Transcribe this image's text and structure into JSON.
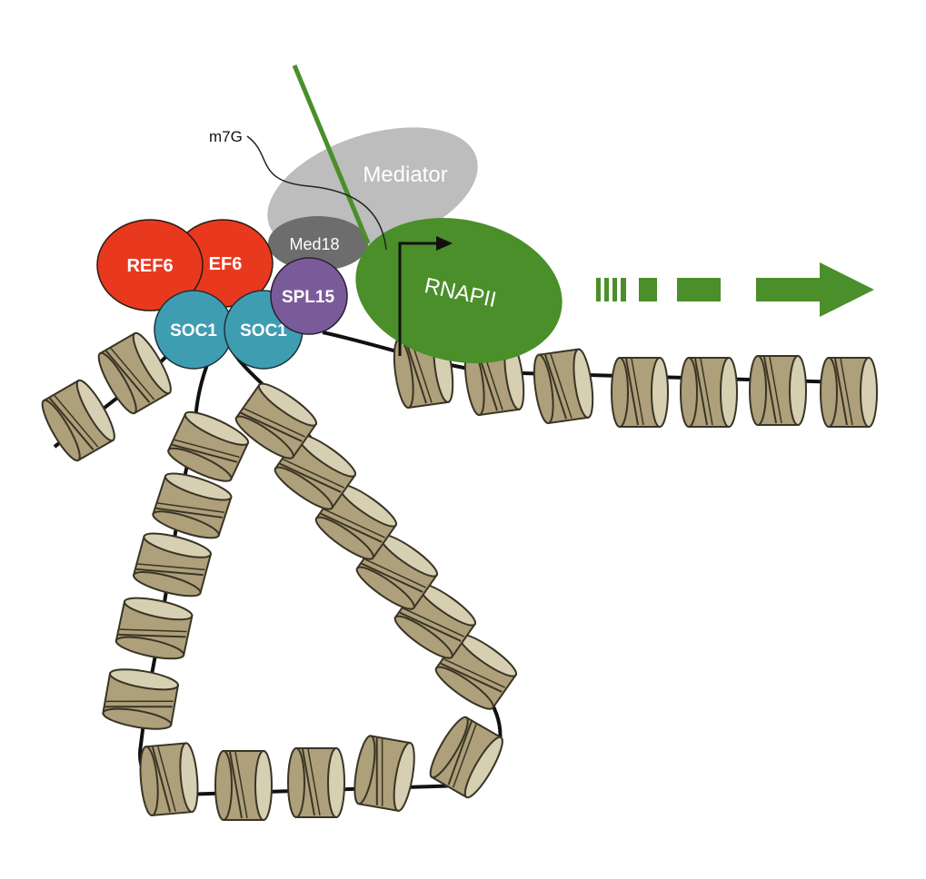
{
  "labels": {
    "m7g": "m7G",
    "mediator": "Mediator",
    "med18": "Med18",
    "ref6": "REF6",
    "ef6": "EF6",
    "spl15": "SPL15",
    "soc1_left": "SOC1",
    "soc1_right": "SOC1",
    "rnapii": "RNAPII"
  },
  "colors": {
    "ref6": "#e8391f",
    "soc1": "#3f9db2",
    "spl15": "#7a5b9a",
    "med18": "#6d6d6d",
    "mediator": "#bdbdbd",
    "rnapii": "#4a8f2a",
    "nucleosome_body": "#ada07a",
    "nucleosome_face": "#d6cfb2",
    "dna": "#111111"
  },
  "icons": {
    "transcription": "tss-arrow-icon",
    "direction": "transcription-direction-arrow-icon"
  }
}
